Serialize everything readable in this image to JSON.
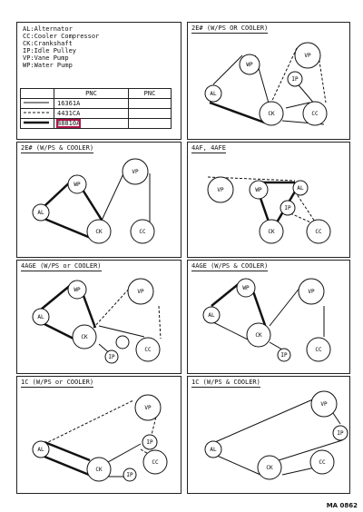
{
  "legend": {
    "lines": [
      "AL:Alternator",
      "CC:Cooler Compressor",
      "CK:Crankshaft",
      "IP:Idle Pulley",
      "VP:Vane Pump",
      "WP:Water Pump"
    ],
    "table_header": [
      "",
      "PNC",
      "PNC"
    ],
    "rows": [
      {
        "style": "solid-thin",
        "pnc": "16361A"
      },
      {
        "style": "dashed",
        "pnc": "4431CA"
      },
      {
        "style": "solid-thick",
        "pnc": "88810A"
      }
    ]
  },
  "panels": [
    {
      "title": "2E# (W/PS OR COOLER)"
    },
    {
      "title": "2E# (W/PS & COOLER)"
    },
    {
      "title": "4AF, 4AFE"
    },
    {
      "title": "4AGE (W/PS or COOLER)"
    },
    {
      "title": "4AGE (W/PS & COOLER)"
    },
    {
      "title": "1C (W/PS or COOLER)"
    },
    {
      "title": "1C (W/PS & COOLER)"
    }
  ],
  "labels": {
    "al": "AL",
    "cc": "CC",
    "ck": "CK",
    "ip": "IP",
    "vp": "VP",
    "wp": "WP"
  },
  "figure_code": "MA 0862"
}
